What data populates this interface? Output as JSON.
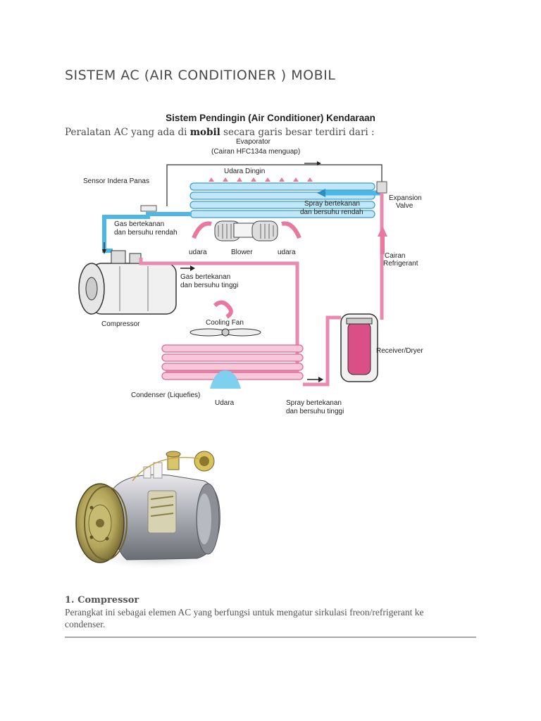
{
  "document": {
    "title": "SISTEM AC (AIR CONDITIONER ) MOBIL",
    "figure_caption": "Sistem Pendingin (Air Conditioner) Kendaraan",
    "intro": {
      "before": "Peralatan AC yang ada di ",
      "link": "mobil",
      "after": " secara garis besar terdiri dari :"
    }
  },
  "diagram": {
    "labels": {
      "evaporator": "Evaporator",
      "evaporator_note": "(Cairan HFC134a menguap)",
      "udara_dingin": "Udara Dingin",
      "sensor": "Sensor Indera Panas",
      "expansion_1": "Expansion",
      "expansion_2": "Valve",
      "spray_low_1": "Spray bertekanan",
      "spray_low_2": "dan bersuhu rendah",
      "gas_low_1": "Gas bertekanan",
      "gas_low_2": "dan bersuhu rendah",
      "udara_left": "udara",
      "blower": "Blower",
      "udara_right": "udara",
      "cairan_1": "Cairan",
      "cairan_2": "Refrigerant",
      "gas_high_1": "Gas bertekanan",
      "gas_high_2": "dan bersuhu tinggi",
      "compressor": "Compressor",
      "cooling_fan": "Cooling Fan",
      "receiver": "Receiver/Dryer",
      "condenser": "Condenser (Liquefies)",
      "udara_bottom": "Udara",
      "spray_high_1": "Spray bertekanan",
      "spray_high_2": "dan bersuhu tinggi"
    },
    "colors": {
      "low_side": "#4db8e8",
      "high_side": "#e98bb0",
      "arrow_pink": "#e9789f"
    }
  },
  "section": {
    "title": "1. Compressor",
    "body": "Perangkat ini sebagai elemen AC yang berfungsi untuk mengatur sirkulasi freon/refrigerant ke condenser."
  }
}
